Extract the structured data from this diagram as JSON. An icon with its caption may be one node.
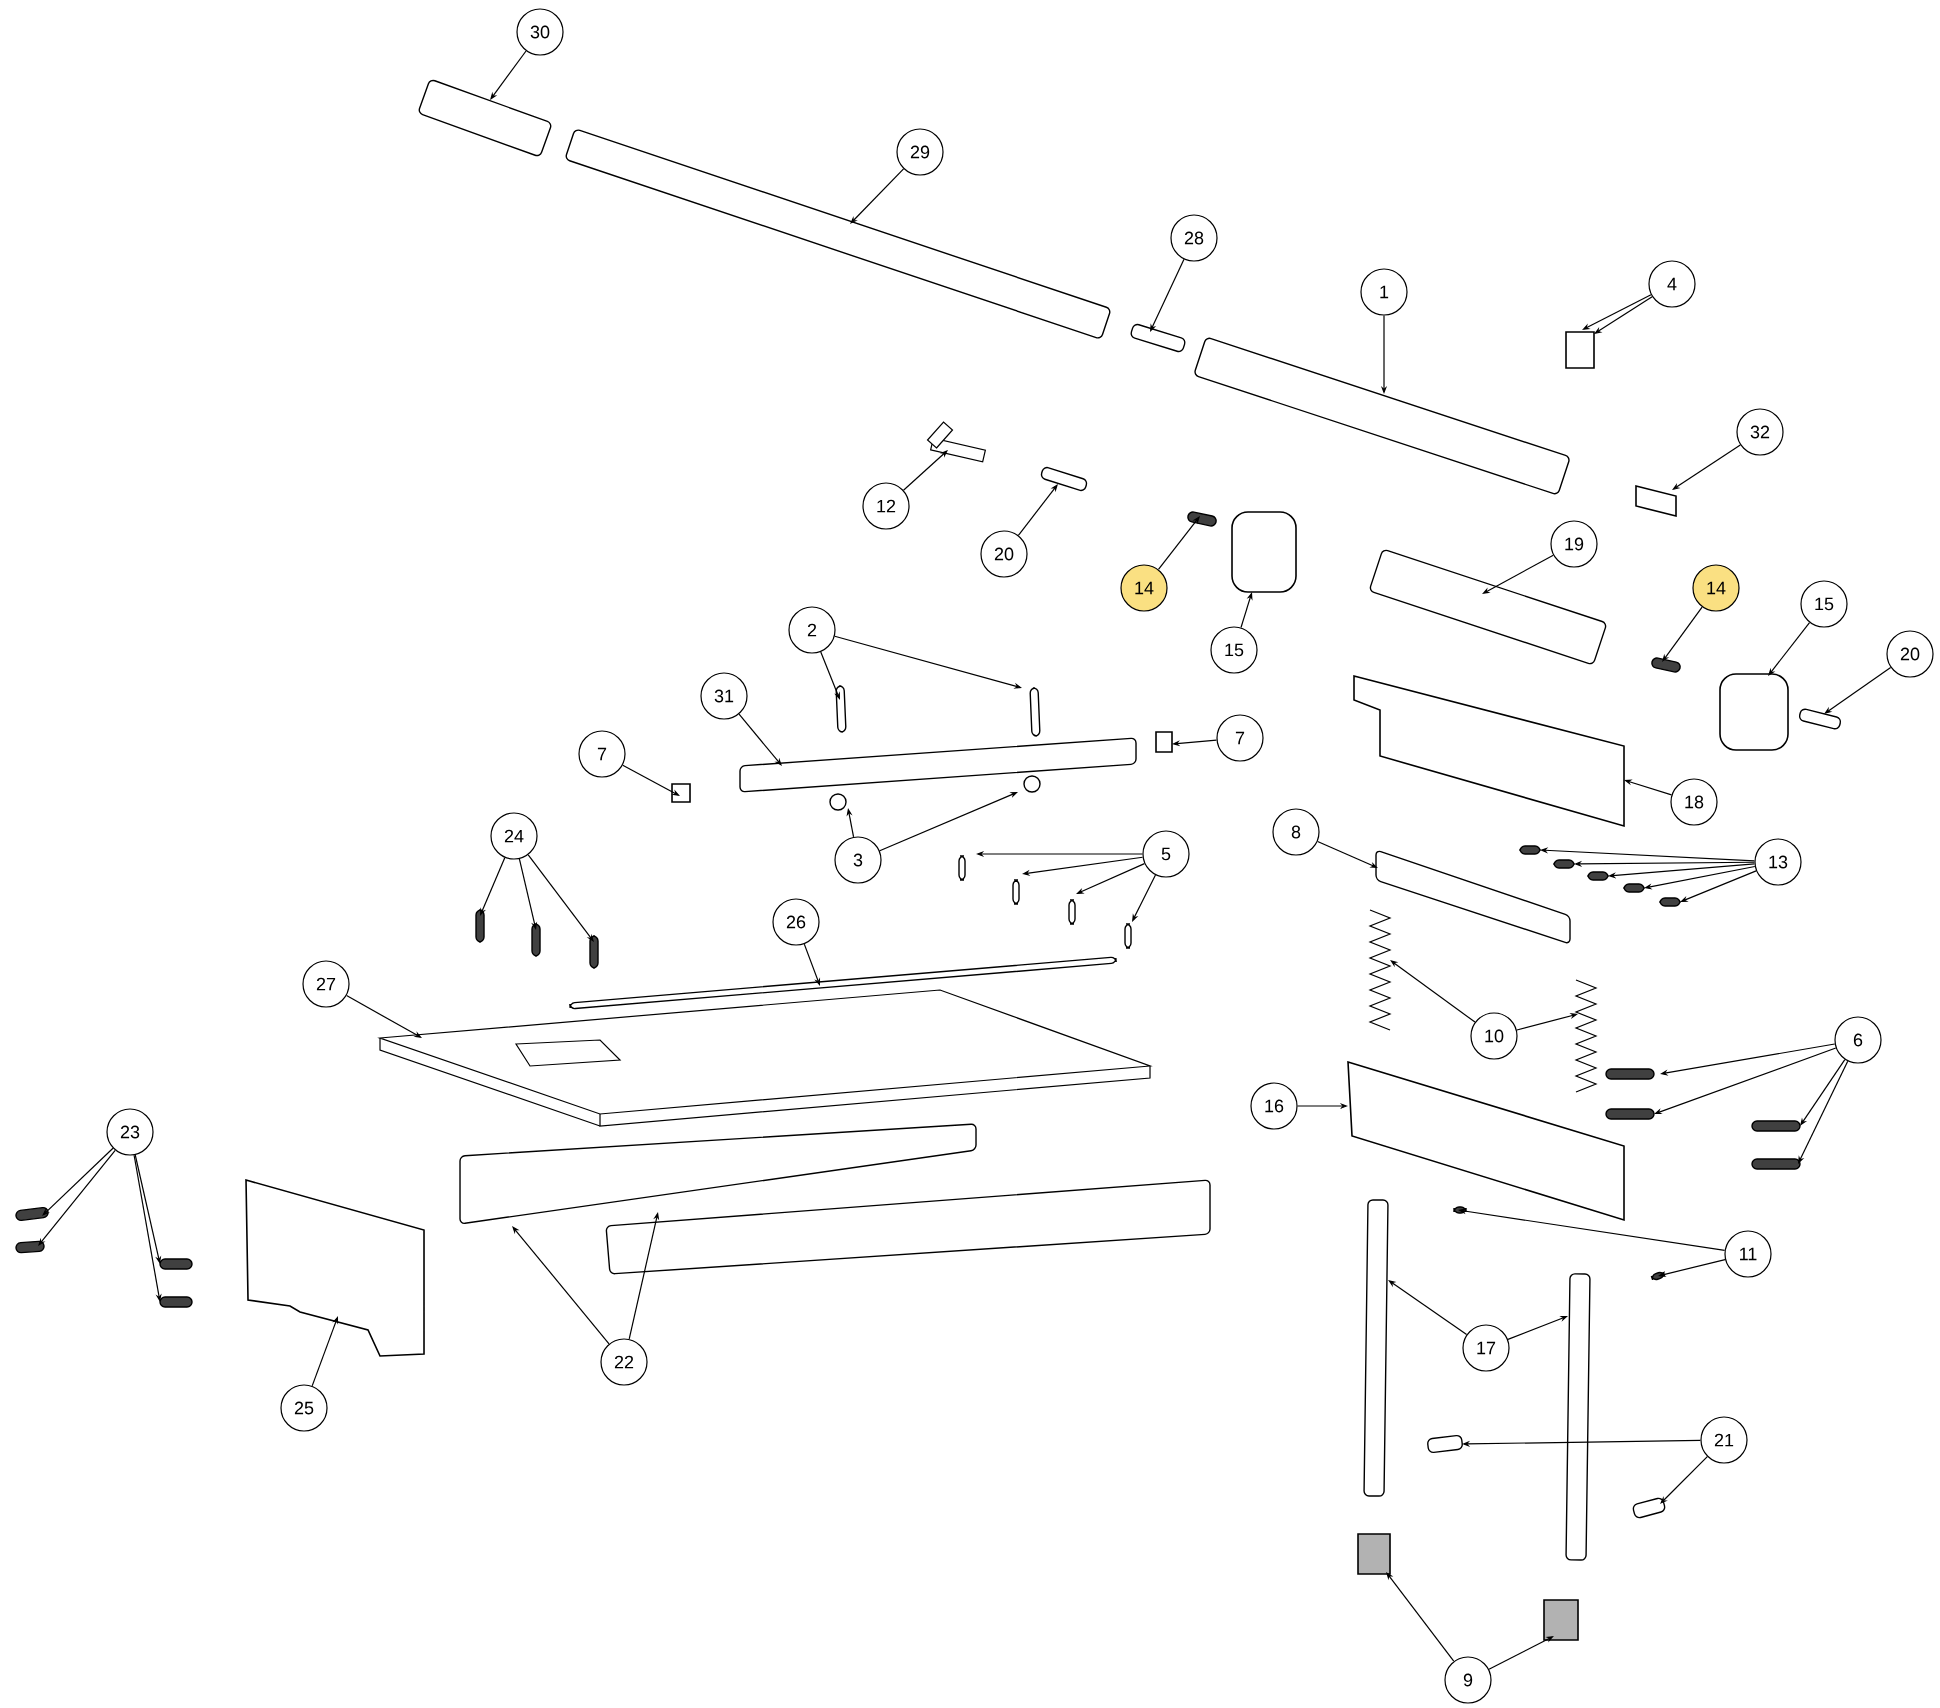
{
  "diagram": {
    "nodes": [
      {
        "text": [
          "30"
        ]
      },
      {
        "text": [
          "29"
        ]
      },
      {
        "text": [
          "28"
        ]
      },
      {
        "text": [
          "1"
        ]
      },
      {
        "text": [
          "4"
        ]
      },
      {
        "text": [
          "32"
        ]
      },
      {
        "text": [
          "12"
        ]
      },
      {
        "text": [
          "20"
        ]
      },
      {
        "text": [
          "14"
        ]
      },
      {
        "text": [
          "15"
        ]
      },
      {
        "text": [
          "19"
        ]
      },
      {
        "text": [
          "14"
        ]
      },
      {
        "text": [
          "15"
        ]
      },
      {
        "text": [
          "20"
        ]
      },
      {
        "text": [
          "2"
        ]
      },
      {
        "text": [
          "31"
        ]
      },
      {
        "text": [
          "7"
        ]
      },
      {
        "text": [
          "7"
        ]
      },
      {
        "text": [
          "18"
        ]
      },
      {
        "text": [
          "3"
        ]
      },
      {
        "text": [
          "5"
        ]
      },
      {
        "text": [
          "13"
        ]
      },
      {
        "text": [
          "8"
        ]
      },
      {
        "text": [
          "24"
        ]
      },
      {
        "text": [
          "10"
        ]
      },
      {
        "text": [
          "26"
        ]
      },
      {
        "text": [
          "27"
        ]
      },
      {
        "text": [
          "6"
        ]
      },
      {
        "text": [
          "16"
        ]
      },
      {
        "text": [
          "23"
        ]
      },
      {
        "text": [
          "11"
        ]
      },
      {
        "text": [
          "17"
        ]
      },
      {
        "text": [
          "21"
        ]
      },
      {
        "text": [
          "22"
        ]
      },
      {
        "text": [
          "25"
        ]
      },
      {
        "text": [
          "9"
        ]
      },
      {
        "text": [],
        "shape": "bar"
      },
      {
        "text": [],
        "shape": "bar"
      },
      {
        "text": [],
        "shape": "bar"
      },
      {
        "text": [],
        "shape": "bar"
      },
      {
        "text": [],
        "shape": "box"
      },
      {
        "text": [],
        "shape": "box"
      },
      {
        "text": [],
        "shape": "picture"
      },
      {
        "text": [],
        "shape": "bar"
      },
      {
        "text": [],
        "shape": "bar"
      },
      {
        "text": [],
        "shape": "bar"
      },
      {
        "text": [],
        "shape": "box"
      },
      {
        "text": [],
        "shape": "box"
      },
      {
        "text": [],
        "shape": "bar"
      },
      {
        "text": [],
        "shape": "bar"
      },
      {
        "text": [],
        "shape": "box"
      },
      {
        "text": [],
        "shape": "bar"
      },
      {
        "text": [],
        "shape": "bar"
      },
      {
        "text": [],
        "shape": "bar"
      },
      {
        "text": [],
        "shape": "box"
      },
      {
        "text": [],
        "shape": "box"
      },
      {
        "text": [],
        "shape": "circle"
      },
      {
        "text": [],
        "shape": "circle"
      },
      {
        "text": [],
        "shape": "bar"
      },
      {
        "text": [],
        "shape": "bar"
      },
      {
        "text": [],
        "shape": "bar"
      },
      {
        "text": [],
        "shape": "bar"
      },
      {
        "text": [],
        "shape": "bar"
      },
      {
        "text": [],
        "shape": "bar"
      },
      {
        "text": [],
        "shape": "bar"
      },
      {
        "text": [],
        "shape": "bar"
      },
      {
        "text": [],
        "shape": "bar"
      },
      {
        "text": [],
        "shape": "bar"
      },
      {
        "text": [],
        "shape": "picture"
      },
      {
        "text": [],
        "shape": "picture"
      },
      {
        "text": [],
        "shape": "bar"
      },
      {
        "text": [],
        "shape": "bar"
      },
      {
        "text": [],
        "shape": "bar"
      },
      {
        "text": [],
        "shape": "bar"
      },
      {
        "text": [],
        "shape": "picture"
      },
      {
        "text": [],
        "shape": "box"
      },
      {
        "text": [],
        "shape": "bar"
      },
      {
        "text": [],
        "shape": "bar"
      },
      {
        "text": [],
        "shape": "bar"
      },
      {
        "text": [],
        "shape": "bar"
      },
      {
        "text": [],
        "shape": "bar"
      },
      {
        "text": [],
        "shape": "bar"
      },
      {
        "text": [],
        "shape": "bar"
      },
      {
        "text": [],
        "shape": "bar"
      },
      {
        "text": [],
        "shape": "bar"
      },
      {
        "text": [],
        "shape": "bar"
      },
      {
        "text": [],
        "shape": "bar"
      },
      {
        "text": [],
        "shape": "bar"
      },
      {
        "text": [],
        "shape": "bar"
      },
      {
        "text": [],
        "shape": "bar"
      },
      {
        "text": [],
        "shape": "box"
      },
      {
        "text": [],
        "shape": "box"
      },
      {
        "text": [],
        "shape": "bar"
      },
      {
        "text": [],
        "shape": "bar"
      },
      {
        "text": [],
        "shape": "box"
      }
    ],
    "edges": [
      {
        "from": 0,
        "to": 36,
        "arrow": "to"
      },
      {
        "from": 1,
        "to": 37,
        "arrow": "to"
      },
      {
        "from": 2,
        "to": 38,
        "arrow": "to"
      },
      {
        "from": 3,
        "to": 39,
        "arrow": "to"
      },
      {
        "from": 4,
        "to": 40,
        "arrow": "to"
      },
      {
        "from": 4,
        "to": 40,
        "arrow": "to"
      },
      {
        "from": 5,
        "to": 41,
        "arrow": "to"
      },
      {
        "from": 6,
        "to": 42,
        "arrow": "to"
      },
      {
        "from": 7,
        "to": 43,
        "arrow": "to"
      },
      {
        "from": 8,
        "to": 44,
        "arrow": "to"
      },
      {
        "from": 9,
        "to": 46,
        "arrow": "to"
      },
      {
        "from": 10,
        "to": 49,
        "arrow": "to"
      },
      {
        "from": 11,
        "to": 45,
        "arrow": "to"
      },
      {
        "from": 12,
        "to": 47,
        "arrow": "to"
      },
      {
        "from": 13,
        "to": 48,
        "arrow": "to"
      },
      {
        "from": 14,
        "to": 51,
        "arrow": "to"
      },
      {
        "from": 14,
        "to": 52,
        "arrow": "to"
      },
      {
        "from": 15,
        "to": 53,
        "arrow": "to"
      },
      {
        "from": 16,
        "to": 54,
        "arrow": "to"
      },
      {
        "from": 17,
        "to": 55,
        "arrow": "to"
      },
      {
        "from": 18,
        "to": 50,
        "arrow": "to"
      },
      {
        "from": 19,
        "to": 56,
        "arrow": "to"
      },
      {
        "from": 19,
        "to": 57,
        "arrow": "to"
      },
      {
        "from": 20,
        "to": 58,
        "arrow": "to"
      },
      {
        "from": 20,
        "to": 59,
        "arrow": "to"
      },
      {
        "from": 20,
        "to": 60,
        "arrow": "to"
      },
      {
        "from": 20,
        "to": 61,
        "arrow": "to"
      },
      {
        "from": 21,
        "to": 62,
        "arrow": "to"
      },
      {
        "from": 21,
        "to": 63,
        "arrow": "to"
      },
      {
        "from": 21,
        "to": 64,
        "arrow": "to"
      },
      {
        "from": 21,
        "to": 65,
        "arrow": "to"
      },
      {
        "from": 21,
        "to": 66,
        "arrow": "to"
      },
      {
        "from": 22,
        "to": 67,
        "arrow": "to"
      },
      {
        "from": 23,
        "to": 70,
        "arrow": "to"
      },
      {
        "from": 23,
        "to": 71,
        "arrow": "to"
      },
      {
        "from": 23,
        "to": 72,
        "arrow": "to"
      },
      {
        "from": 24,
        "to": 68,
        "arrow": "to"
      },
      {
        "from": 24,
        "to": 69,
        "arrow": "to"
      },
      {
        "from": 25,
        "to": 73,
        "arrow": "to"
      },
      {
        "from": 26,
        "to": 74,
        "arrow": "to"
      },
      {
        "from": 27,
        "to": 76,
        "arrow": "to"
      },
      {
        "from": 27,
        "to": 77,
        "arrow": "to"
      },
      {
        "from": 27,
        "to": 78,
        "arrow": "to"
      },
      {
        "from": 27,
        "to": 79,
        "arrow": "to"
      },
      {
        "from": 28,
        "to": 75,
        "arrow": "to"
      },
      {
        "from": 29,
        "to": 80,
        "arrow": "to"
      },
      {
        "from": 29,
        "to": 81,
        "arrow": "to"
      },
      {
        "from": 29,
        "to": 82,
        "arrow": "to"
      },
      {
        "from": 29,
        "to": 83,
        "arrow": "to"
      },
      {
        "from": 30,
        "to": 84,
        "arrow": "to"
      },
      {
        "from": 30,
        "to": 85,
        "arrow": "to"
      },
      {
        "from": 31,
        "to": 86,
        "arrow": "to"
      },
      {
        "from": 31,
        "to": 87,
        "arrow": "to"
      },
      {
        "from": 32,
        "to": 88,
        "arrow": "to"
      },
      {
        "from": 32,
        "to": 89,
        "arrow": "to"
      },
      {
        "from": 33,
        "to": 92,
        "arrow": "to"
      },
      {
        "from": 33,
        "to": 93,
        "arrow": "to"
      },
      {
        "from": 34,
        "to": 94,
        "arrow": "to"
      },
      {
        "from": 35,
        "to": 90,
        "arrow": "to"
      },
      {
        "from": 35,
        "to": 91,
        "arrow": "to"
      }
    ]
  }
}
